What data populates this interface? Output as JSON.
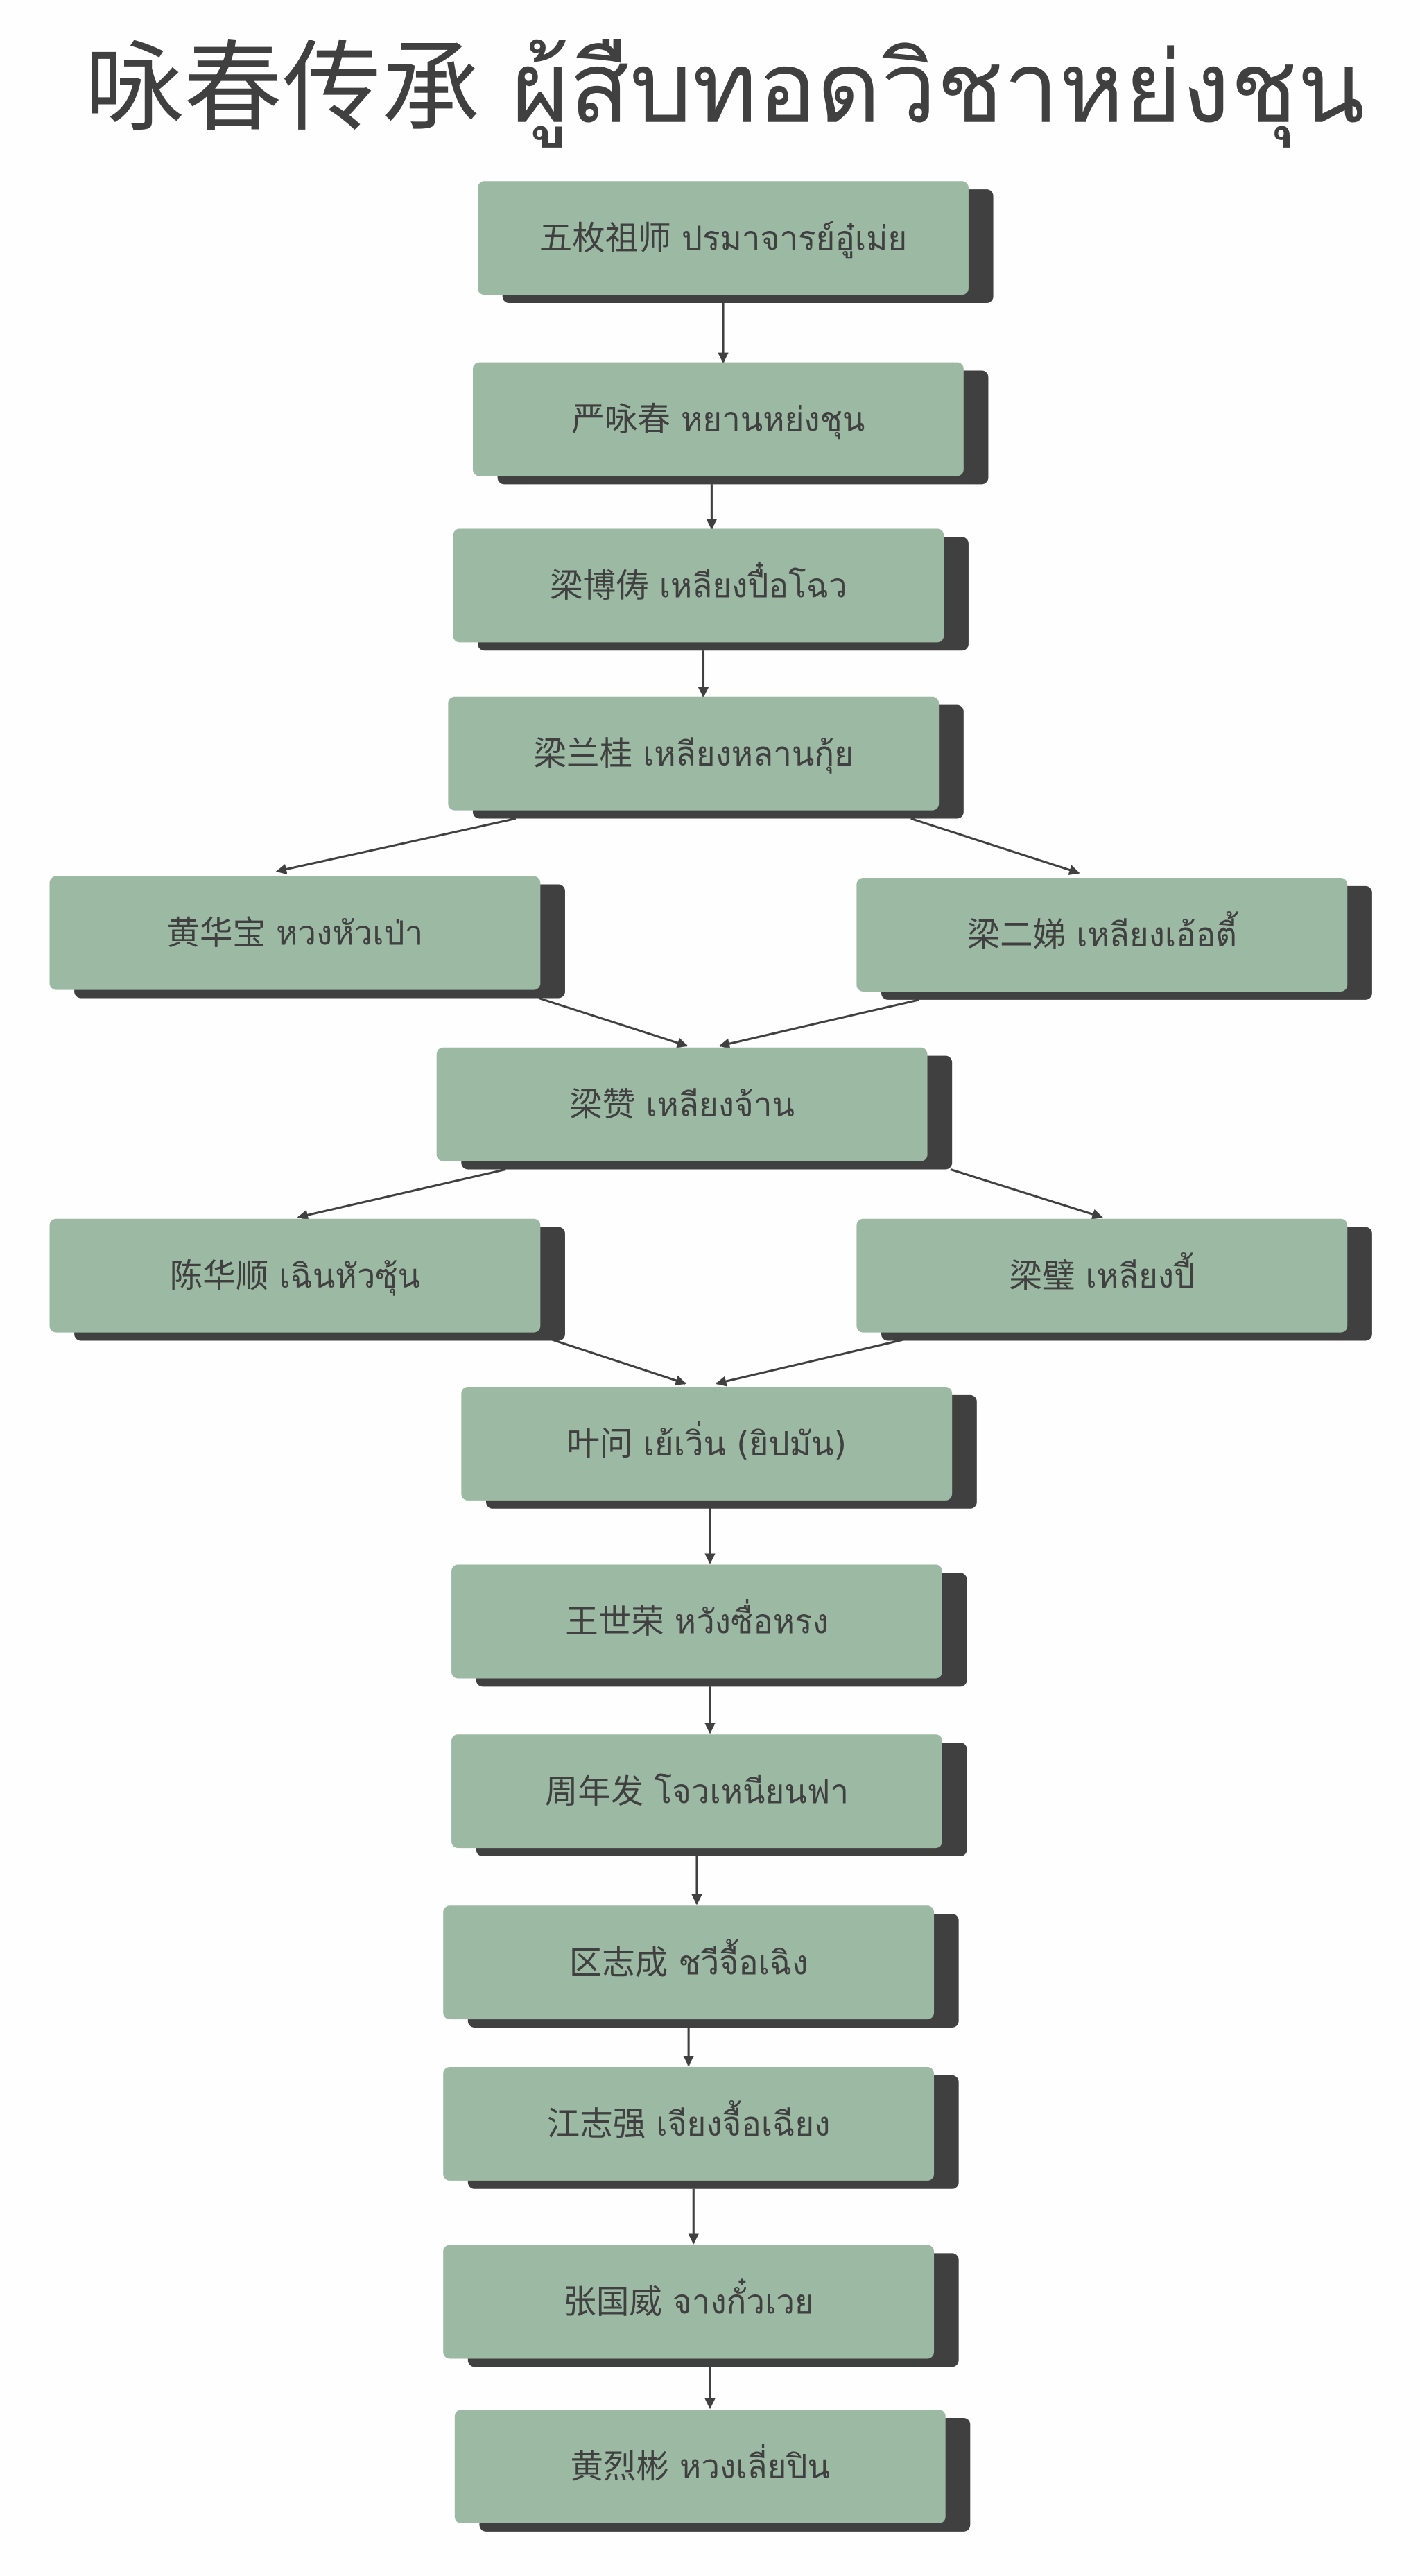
{
  "title": "咏春传承 ผู้สืบทอดวิชาหย่งชุน",
  "colors": {
    "box": "#9cb9a3",
    "shadow": "#404040",
    "text": "#404040",
    "background": "#fefefe"
  },
  "nodes": [
    {
      "id": "n1",
      "label": "五枚祖师 ปรมาจารย์อู๋เม่ย"
    },
    {
      "id": "n2",
      "label": "严咏春 หยานหย่งชุน"
    },
    {
      "id": "n3",
      "label": "梁博俦 เหลียงปื๋อโฉว"
    },
    {
      "id": "n4",
      "label": "梁兰桂 เหลียงหลานกุ้ย"
    },
    {
      "id": "n5",
      "label": "黄华宝 หวงหัวเป่า"
    },
    {
      "id": "n6",
      "label": "梁二娣 เหลียงเอ้อตี้"
    },
    {
      "id": "n7",
      "label": "梁赞 เหลียงจ้าน"
    },
    {
      "id": "n8",
      "label": "陈华顺 เฉินหัวซุ้น"
    },
    {
      "id": "n9",
      "label": "梁璧 เหลียงปี้"
    },
    {
      "id": "n10",
      "label": "叶问 เย้เวิ่น (ยิปมัน)"
    },
    {
      "id": "n11",
      "label": "王世荣 หวังซื่อหรง"
    },
    {
      "id": "n12",
      "label": "周年发 โจวเหนียนฟา"
    },
    {
      "id": "n13",
      "label": "区志成 ชวีจื้อเฉิง"
    },
    {
      "id": "n14",
      "label": "江志强 เจียงจื้อเฉียง"
    },
    {
      "id": "n15",
      "label": "张国威 จางกั๋วเวย"
    },
    {
      "id": "n16",
      "label": "黄烈彬 หวงเลี่ยปิน"
    }
  ],
  "edges": [
    [
      "n1",
      "n2"
    ],
    [
      "n2",
      "n3"
    ],
    [
      "n3",
      "n4"
    ],
    [
      "n4",
      "n5"
    ],
    [
      "n4",
      "n6"
    ],
    [
      "n5",
      "n7"
    ],
    [
      "n6",
      "n7"
    ],
    [
      "n7",
      "n8"
    ],
    [
      "n7",
      "n9"
    ],
    [
      "n8",
      "n10"
    ],
    [
      "n9",
      "n10"
    ],
    [
      "n10",
      "n11"
    ],
    [
      "n11",
      "n12"
    ],
    [
      "n12",
      "n13"
    ],
    [
      "n13",
      "n14"
    ],
    [
      "n14",
      "n15"
    ],
    [
      "n15",
      "n16"
    ]
  ]
}
